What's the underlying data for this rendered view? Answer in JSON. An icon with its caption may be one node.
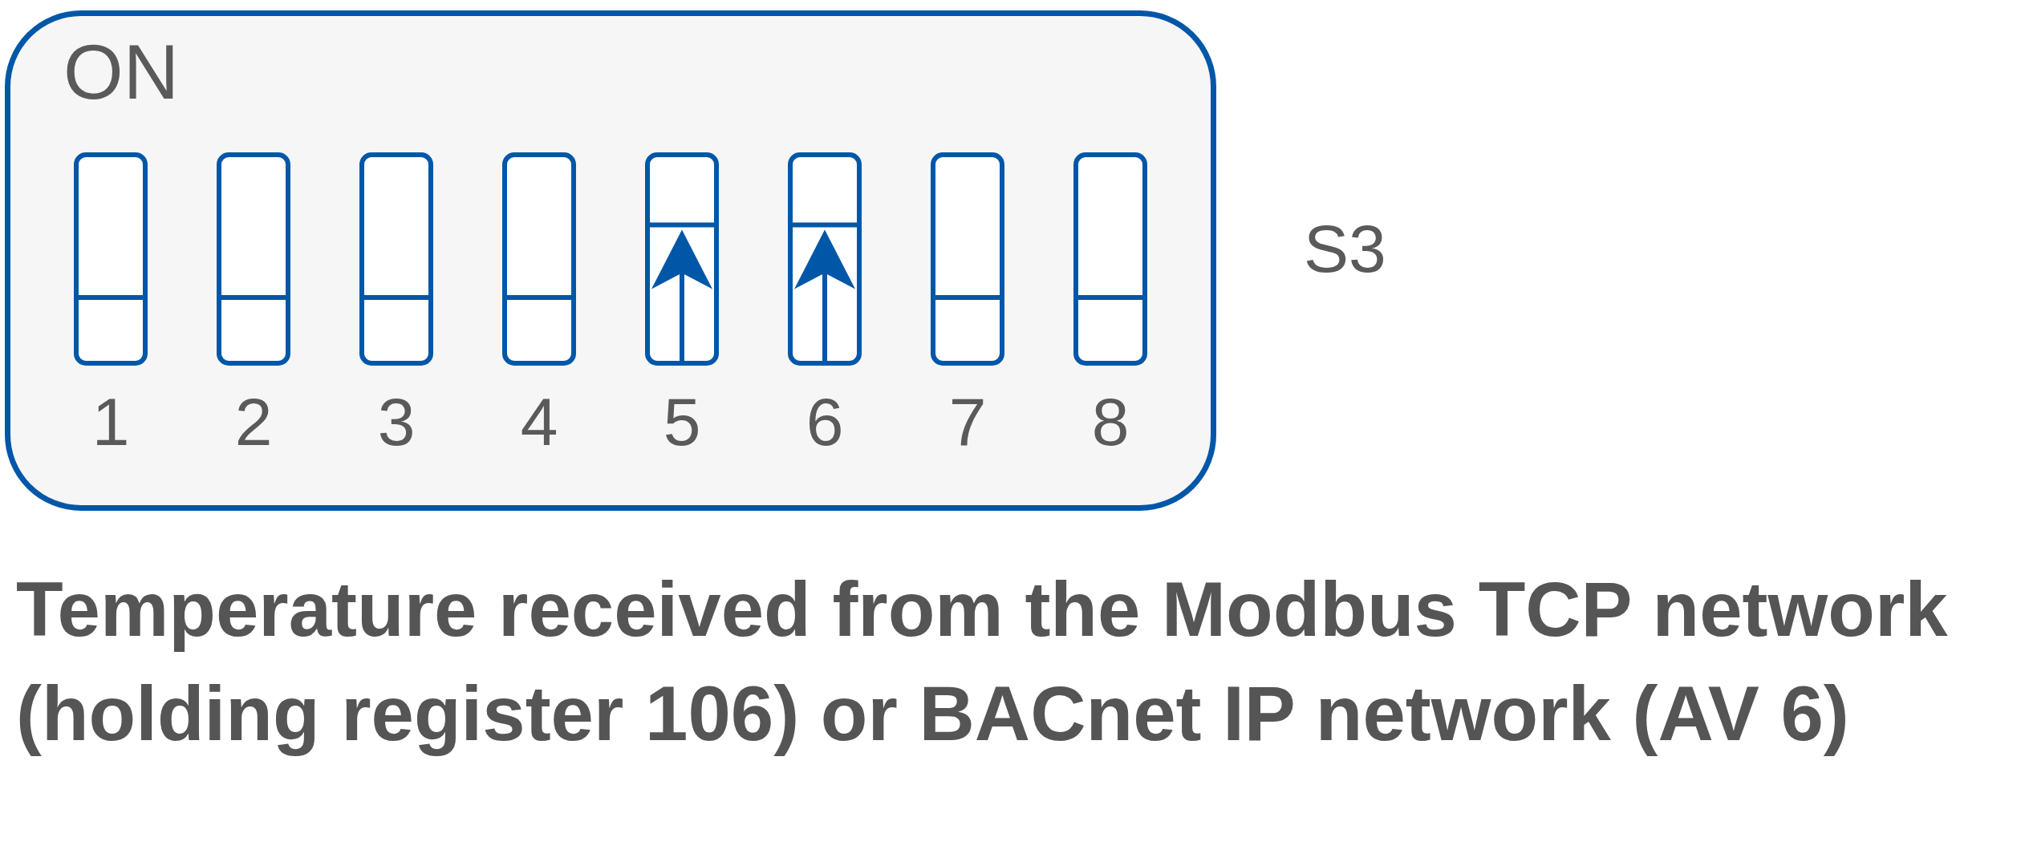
{
  "diagram": {
    "caption": "Temperature received from the Modbus TCP network (holding register 106) or BACnet IP network (AV 6)",
    "nodes": [
      {
        "text": [
          "ON"
        ]
      },
      {
        "text": [],
        "shape": "box",
        "in": 0,
        "beside": [
          "1"
        ]
      },
      {
        "text": [],
        "shape": "box",
        "in": 0,
        "beside": [
          "2"
        ]
      },
      {
        "text": [],
        "shape": "box",
        "in": 0,
        "beside": [
          "3"
        ]
      },
      {
        "text": [],
        "shape": "box",
        "in": 0,
        "beside": [
          "4"
        ]
      },
      {
        "text": [],
        "shape": "box",
        "in": 0,
        "beside": [
          "5"
        ]
      },
      {
        "text": [],
        "shape": "box",
        "in": 0,
        "beside": [
          "6"
        ]
      },
      {
        "text": [],
        "shape": "box",
        "in": 0,
        "beside": [
          "7"
        ]
      },
      {
        "text": [],
        "shape": "box",
        "in": 0,
        "beside": [
          "8"
        ]
      }
    ],
    "labels": [
      "S3"
    ]
  }
}
